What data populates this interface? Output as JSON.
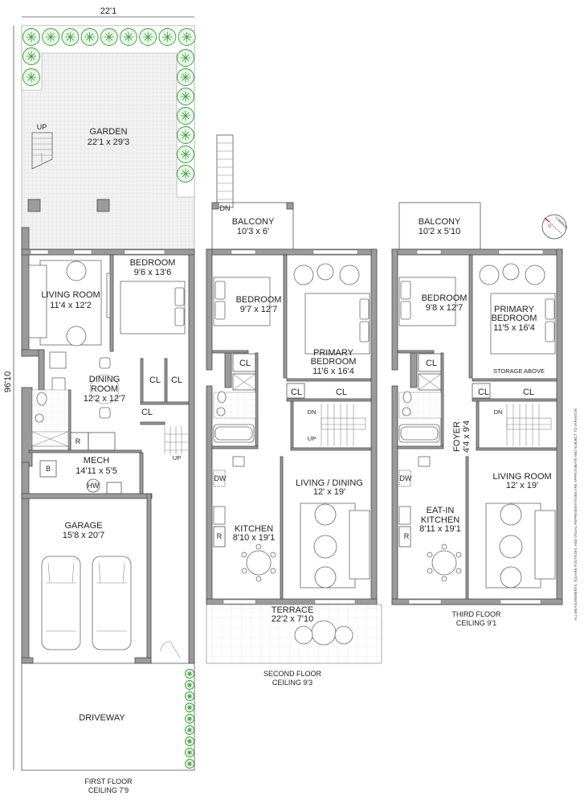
{
  "dimensions": {
    "width": "22'1",
    "depth": "96'10"
  },
  "disclaimer": "ALL MEASUREMENTS, SQUARE FOOTAGES, AND VISUAL REPRESENTATIONS ARE APPROXIMATE AND SUBJECT TO VARIATION",
  "compass": {
    "label": "COMPASS",
    "north": "N"
  },
  "colors": {
    "wall": "#9b9b9b",
    "planting": "#3a9a3a",
    "compass_north": "#d22222"
  },
  "first_floor": {
    "title": "FIRST FLOOR",
    "ceiling": "CEILING 7'9",
    "garden": {
      "name": "GARDEN",
      "size": "22'1 x 29'3",
      "stair": "UP"
    },
    "living_room": {
      "name": "LIVING ROOM",
      "size": "11'4 x 12'2"
    },
    "bedroom": {
      "name": "BEDROOM",
      "size": "9'6 x 13'6"
    },
    "dining_room": {
      "name1": "DINING",
      "name2": "ROOM",
      "size": "12'2 x 12'7"
    },
    "closets": [
      "CL",
      "CL",
      "CL"
    ],
    "refrigerator": "R",
    "stair": "UP",
    "mech": {
      "name": "MECH",
      "size": "14'11 x 5'5",
      "boiler": "B",
      "water_heater": "HW"
    },
    "garage": {
      "name": "GARAGE",
      "size": "15'8 x 20'7"
    },
    "driveway": {
      "name": "DRIVEWAY"
    }
  },
  "second_floor": {
    "title": "SECOND FLOOR",
    "ceiling": "CEILING 9'3",
    "balcony": {
      "name": "BALCONY",
      "size": "10'3 x 6'",
      "stair": "DN"
    },
    "bedroom": {
      "name": "BEDROOM",
      "size": "9'7 x 12'7"
    },
    "primary_bedroom": {
      "name1": "PRIMARY",
      "name2": "BEDROOM",
      "size": "11'6 x 16'4"
    },
    "closets": [
      "CL",
      "CL",
      "CL"
    ],
    "stair_dn": "DN",
    "stair_up": "UP",
    "dishwasher": "DW",
    "living_dining": {
      "name": "LIVING / DINING",
      "size": "12' x 19'"
    },
    "kitchen": {
      "name": "KITCHEN",
      "size": "8'10 x 19'1"
    },
    "refrigerator": "R",
    "terrace": {
      "name": "TERRACE",
      "size": "22'2 x 7'10"
    }
  },
  "third_floor": {
    "title": "THIRD FLOOR",
    "ceiling": "CEILING 9'1",
    "balcony": {
      "name": "BALCONY",
      "size": "10'2 x 5'10"
    },
    "bedroom": {
      "name": "BEDROOM",
      "size": "9'8 x 12'7"
    },
    "primary_bedroom": {
      "name1": "PRIMARY",
      "name2": "BEDROOM",
      "size": "11'5 x 16'4"
    },
    "storage": "STORAGE ABOVE",
    "closets": [
      "CL",
      "CL",
      "CL"
    ],
    "stair_dn": "DN",
    "foyer": {
      "name": "FOYER",
      "size": "4'4 x 9'4"
    },
    "dishwasher": "DW",
    "living_room": {
      "name": "LIVING ROOM",
      "size": "12' x 19'"
    },
    "kitchen": {
      "name1": "EAT-IN",
      "name2": "KITCHEN",
      "size": "8'11 x 19'1"
    },
    "refrigerator": "R"
  }
}
